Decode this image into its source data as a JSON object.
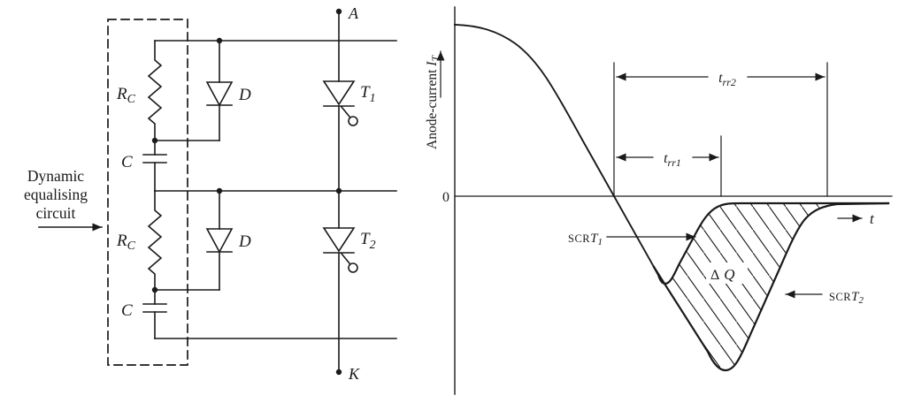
{
  "colors": {
    "ink": "#1a1a1a",
    "bg": "#ffffff"
  },
  "circuit": {
    "callout": {
      "lines": [
        "Dynamic",
        "equalising",
        "circuit"
      ]
    },
    "terminals": {
      "anode": "A",
      "cathode": "K"
    },
    "sections": [
      {
        "resistor_base": "R",
        "resistor_sub": "C",
        "capacitor": "C",
        "diode": "D",
        "thyristor_base": "T",
        "thyristor_sub": "1"
      },
      {
        "resistor_base": "R",
        "resistor_sub": "C",
        "capacitor": "C",
        "diode": "D",
        "thyristor_base": "T",
        "thyristor_sub": "2"
      }
    ]
  },
  "graph": {
    "y_axis_label": "Anode-current ",
    "y_axis_symbol": "I",
    "y_axis_sub": "T",
    "origin_label": "0",
    "time_symbol": "t",
    "dim_trr2": {
      "base": "t",
      "sub": "rr2"
    },
    "dim_trr1": {
      "base": "t",
      "sub": "rr1"
    },
    "label_scr1": {
      "prefix": "SCR",
      "base": "T",
      "sub": "1"
    },
    "label_scr2": {
      "prefix": "SCR",
      "base": "T",
      "sub": "2"
    },
    "label_charge": {
      "delta": "Δ",
      "symbol": "Q"
    }
  }
}
